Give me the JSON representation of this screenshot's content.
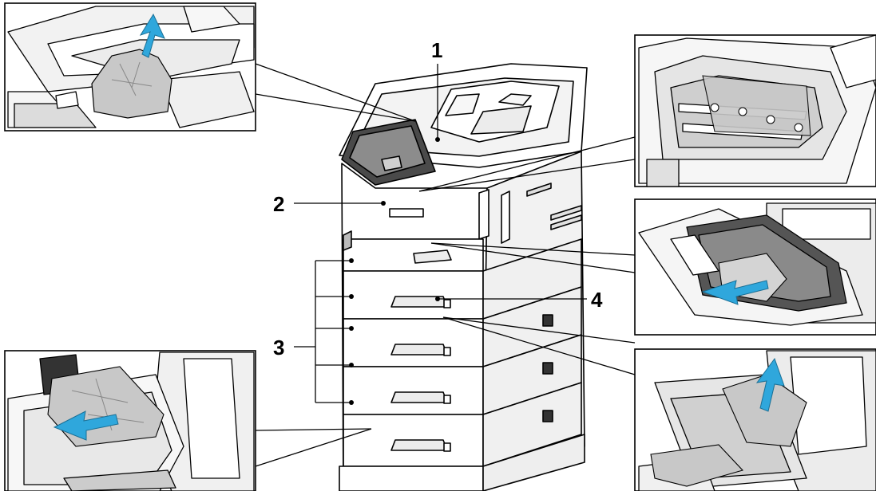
{
  "callouts": [
    {
      "id": "1",
      "label": "1"
    },
    {
      "id": "2",
      "label": "2"
    },
    {
      "id": "3",
      "label": "3"
    },
    {
      "id": "4",
      "label": "4"
    }
  ],
  "colors": {
    "line": "#000000",
    "printer_body": "#ffffff",
    "printer_shade": "#e8e8e8",
    "panel_dark": "#555555",
    "screen": "#9a9a9a",
    "paper_jam": "#c8c8c8",
    "arrow": "#2fa7dc"
  },
  "icons": {
    "direction_arrow": "arrow-icon"
  }
}
